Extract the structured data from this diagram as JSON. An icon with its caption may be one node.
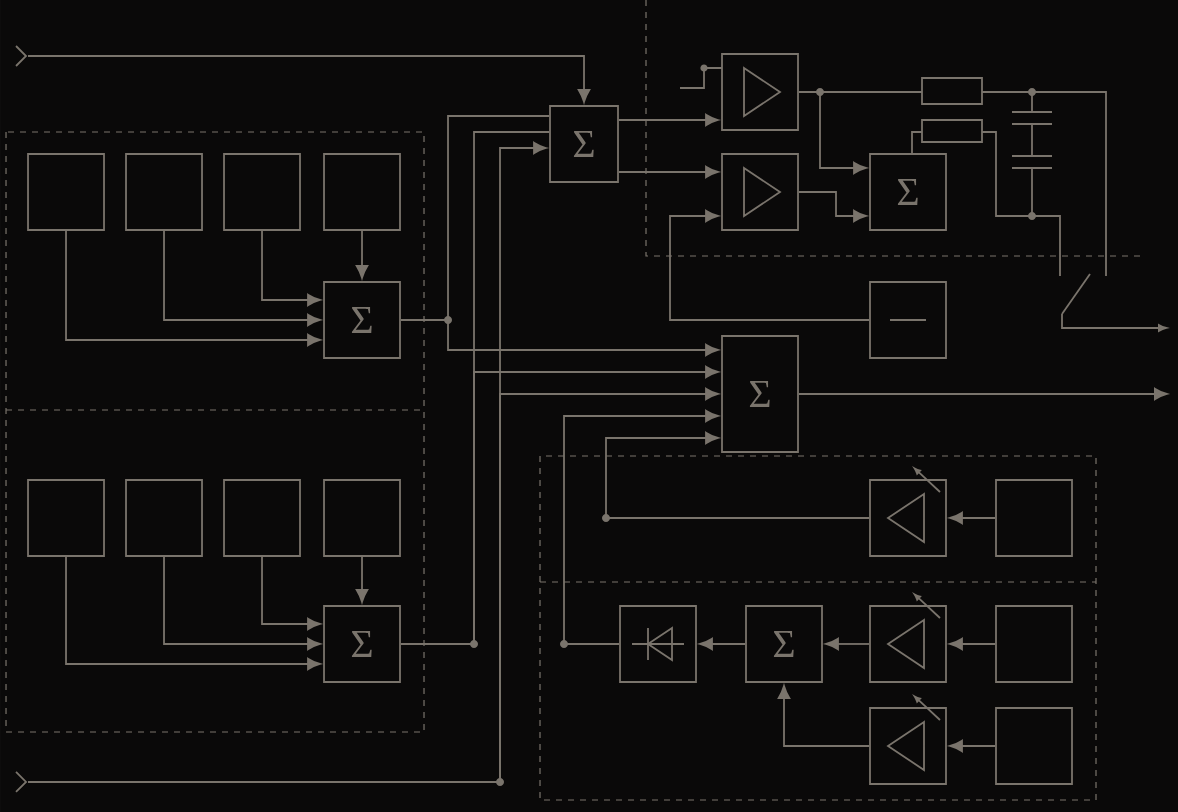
{
  "diagram": {
    "nodes": [
      {
        "text": [],
        "shape": "box"
      },
      {
        "text": [],
        "shape": "box"
      },
      {
        "text": [],
        "shape": "box"
      },
      {
        "text": [],
        "shape": "box"
      },
      {
        "text": [
          "Σ"
        ]
      },
      {
        "text": [],
        "shape": "box"
      },
      {
        "text": [],
        "shape": "box"
      },
      {
        "text": [],
        "shape": "box"
      },
      {
        "text": [],
        "shape": "box"
      },
      {
        "text": [
          "Σ"
        ]
      },
      {
        "text": [
          "Σ"
        ]
      },
      {
        "text": [],
        "shape": "amplifier"
      },
      {
        "text": [],
        "shape": "amplifier"
      },
      {
        "text": [
          "Σ"
        ]
      },
      {
        "text": [],
        "shape": "box"
      },
      {
        "text": [
          "Σ"
        ]
      },
      {
        "text": [],
        "shape": "amplifier"
      },
      {
        "text": [],
        "shape": "box"
      },
      {
        "text": [],
        "shape": "diode"
      },
      {
        "text": [
          "Σ"
        ]
      },
      {
        "text": [],
        "shape": "amplifier"
      },
      {
        "text": [],
        "shape": "box"
      },
      {
        "text": [],
        "shape": "amplifier"
      },
      {
        "text": [],
        "shape": "box"
      }
    ],
    "edges": [
      {
        "from": 0,
        "to": 4,
        "arrow": "to"
      },
      {
        "from": 1,
        "to": 4,
        "arrow": "to"
      },
      {
        "from": 2,
        "to": 4,
        "arrow": "to"
      },
      {
        "from": 3,
        "to": 4,
        "arrow": "to"
      },
      {
        "from": 5,
        "to": 9,
        "arrow": "to"
      },
      {
        "from": 6,
        "to": 9,
        "arrow": "to"
      },
      {
        "from": 7,
        "to": 9,
        "arrow": "to"
      },
      {
        "from": 8,
        "to": 9,
        "arrow": "to"
      },
      {
        "from": null,
        "to": 10,
        "arrow": "to"
      },
      {
        "from": 4,
        "to": 10,
        "arrow": "none"
      },
      {
        "from": 4,
        "to": 15,
        "arrow": "to"
      },
      {
        "from": 9,
        "to": 10,
        "arrow": "none"
      },
      {
        "from": 9,
        "to": 15,
        "arrow": "to"
      },
      {
        "from": null,
        "to": 10,
        "arrow": "to"
      },
      {
        "from": null,
        "to": 15,
        "arrow": "to"
      },
      {
        "from": 10,
        "to": 11,
        "arrow": "to"
      },
      {
        "from": 10,
        "to": 12,
        "arrow": "to"
      },
      {
        "from": 11,
        "to": 13,
        "arrow": "to"
      },
      {
        "from": 12,
        "to": 13,
        "arrow": "to"
      },
      {
        "from": 14,
        "to": 12,
        "arrow": "to"
      },
      {
        "from": 15,
        "to": null,
        "arrow": "to"
      },
      {
        "from": 16,
        "to": 15,
        "arrow": "to"
      },
      {
        "from": 17,
        "to": 16,
        "arrow": "to"
      },
      {
        "from": 18,
        "to": 15,
        "arrow": "to"
      },
      {
        "from": 19,
        "to": 18,
        "arrow": "to"
      },
      {
        "from": 20,
        "to": 19,
        "arrow": "to"
      },
      {
        "from": 21,
        "to": 20,
        "arrow": "to"
      },
      {
        "from": 22,
        "to": 19,
        "arrow": "to"
      },
      {
        "from": 23,
        "to": 22,
        "arrow": "to"
      }
    ]
  }
}
